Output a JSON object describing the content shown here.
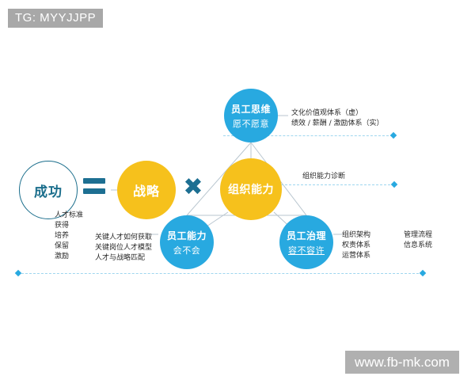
{
  "watermarks": {
    "tg": "TG: MYYJJPP",
    "site": "www.fb-mk.com"
  },
  "equation": {
    "success_label": "成功",
    "equals_symbol": "=",
    "strategy_label": "战略",
    "times_symbol": "✖",
    "orgcap_label": "组织能力"
  },
  "nodes": {
    "mindset": {
      "line1": "员工思维",
      "line2": "愿不愿意"
    },
    "ability": {
      "line1": "员工能力",
      "line2": "会不会"
    },
    "governance": {
      "line1": "员工治理",
      "line2": "容不容许"
    }
  },
  "annotations": {
    "culture": [
      "文化价值观体系（虚）",
      "绩效 / 薪酬 / 激励体系（实）"
    ],
    "diagnosis": [
      "组织能力诊断"
    ],
    "talent_left": [
      "人才标准",
      "获得",
      "培养",
      "保留",
      "激励"
    ],
    "talent_right": [
      "关键人才如何获取",
      "关键岗位人才模型",
      "人才与战略匹配"
    ],
    "org_left": [
      "组织架构",
      "权责体系",
      "运营体系"
    ],
    "org_right": [
      "管理流程",
      "信息系统"
    ]
  },
  "colors": {
    "blue": "#28a9e0",
    "yellow": "#f6c11c",
    "dark_blue": "#1d6f92",
    "dashed": "#9fd6ef"
  }
}
